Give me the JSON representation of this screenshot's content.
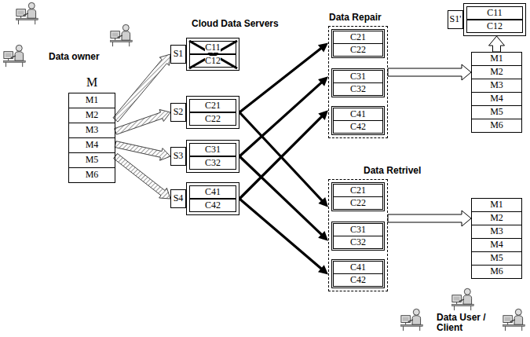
{
  "diagram": {
    "nodes": [
      {
        "text": [
          "M"
        ]
      },
      {
        "text": [
          "M1"
        ],
        "in": 0
      },
      {
        "text": [
          "M2"
        ],
        "in": 0
      },
      {
        "text": [
          "M3"
        ],
        "in": 0
      },
      {
        "text": [
          "M4"
        ],
        "in": 0
      },
      {
        "text": [
          "M5"
        ],
        "in": 0
      },
      {
        "text": [
          "M6"
        ],
        "in": 0
      },
      {
        "text": [
          "S1"
        ]
      },
      {
        "text": [
          "C11"
        ],
        "in": 7
      },
      {
        "text": [
          "C12"
        ],
        "in": 7
      },
      {
        "text": [
          "S2"
        ]
      },
      {
        "text": [
          "C21"
        ],
        "in": 10
      },
      {
        "text": [
          "C22"
        ],
        "in": 10
      },
      {
        "text": [
          "S3"
        ]
      },
      {
        "text": [
          "C31"
        ],
        "in": 13
      },
      {
        "text": [
          "C32"
        ],
        "in": 13
      },
      {
        "text": [
          "S4"
        ]
      },
      {
        "text": [
          "C41"
        ],
        "in": 16
      },
      {
        "text": [
          "C42"
        ],
        "in": 16
      },
      {
        "text": [
          "Data Repair"
        ]
      },
      {
        "text": [
          "C21"
        ],
        "in": 19
      },
      {
        "text": [
          "C22"
        ],
        "in": 19
      },
      {
        "text": [
          "C31"
        ],
        "in": 19
      },
      {
        "text": [
          "C32"
        ],
        "in": 19
      },
      {
        "text": [
          "C41"
        ],
        "in": 19
      },
      {
        "text": [
          "C42"
        ],
        "in": 19
      },
      {
        "text": [
          "S1'"
        ]
      },
      {
        "text": [
          "C11"
        ],
        "in": 26
      },
      {
        "text": [
          "C12"
        ],
        "in": 26
      },
      {
        "text": [
          "M1"
        ]
      },
      {
        "text": [
          "M2"
        ]
      },
      {
        "text": [
          "M3"
        ]
      },
      {
        "text": [
          "M4"
        ]
      },
      {
        "text": [
          "M5"
        ]
      },
      {
        "text": [
          "M6"
        ]
      },
      {
        "text": [
          "Data Retrivel"
        ]
      },
      {
        "text": [
          "C21"
        ],
        "in": 35
      },
      {
        "text": [
          "C22"
        ],
        "in": 35
      },
      {
        "text": [
          "C31"
        ],
        "in": 35
      },
      {
        "text": [
          "C32"
        ],
        "in": 35
      },
      {
        "text": [
          "C41"
        ],
        "in": 35
      },
      {
        "text": [
          "C42"
        ],
        "in": 35
      },
      {
        "text": [
          "M1"
        ]
      },
      {
        "text": [
          "M2"
        ]
      },
      {
        "text": [
          "M3"
        ]
      },
      {
        "text": [
          "M4"
        ]
      },
      {
        "text": [
          "M5"
        ]
      },
      {
        "text": [
          "M6"
        ]
      }
    ],
    "edges": [
      {
        "from": 0,
        "to": 7,
        "arrow": "to"
      },
      {
        "from": 0,
        "to": 10,
        "arrow": "to"
      },
      {
        "from": 0,
        "to": 13,
        "arrow": "to"
      },
      {
        "from": 0,
        "to": 16,
        "arrow": "to"
      },
      {
        "from": 10,
        "to": 19,
        "arrow": "to"
      },
      {
        "from": 13,
        "to": 19,
        "arrow": "to"
      },
      {
        "from": 16,
        "to": 19,
        "arrow": "to"
      },
      {
        "from": 10,
        "to": 35,
        "arrow": "to"
      },
      {
        "from": 13,
        "to": 35,
        "arrow": "to"
      },
      {
        "from": 16,
        "to": 35,
        "arrow": "to"
      },
      {
        "from": 19,
        "to": 30,
        "arrow": "to"
      },
      {
        "from": 29,
        "to": 26,
        "arrow": "to"
      },
      {
        "from": 35,
        "to": 43,
        "arrow": "to"
      }
    ],
    "labels": [
      "Data owner",
      "Cloud Data Servers",
      "Data User / Client"
    ]
  }
}
